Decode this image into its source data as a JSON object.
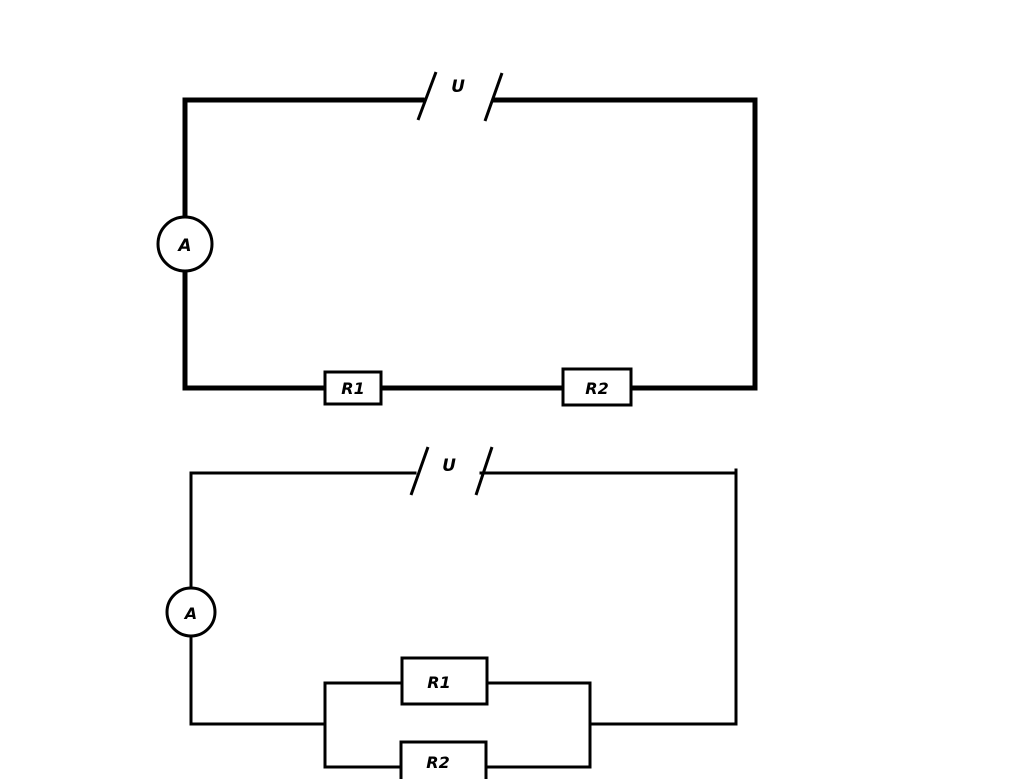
{
  "colors": {
    "background": "#ffffff",
    "line": "#000000"
  },
  "series_circuit": {
    "source_label": "U",
    "ammeter_label": "A",
    "resistor_1_label": "R1",
    "resistor_2_label": "R2"
  },
  "parallel_circuit": {
    "source_label": "U",
    "ammeter_label": "A",
    "resistor_1_label": "R1",
    "resistor_2_label": "R2"
  }
}
